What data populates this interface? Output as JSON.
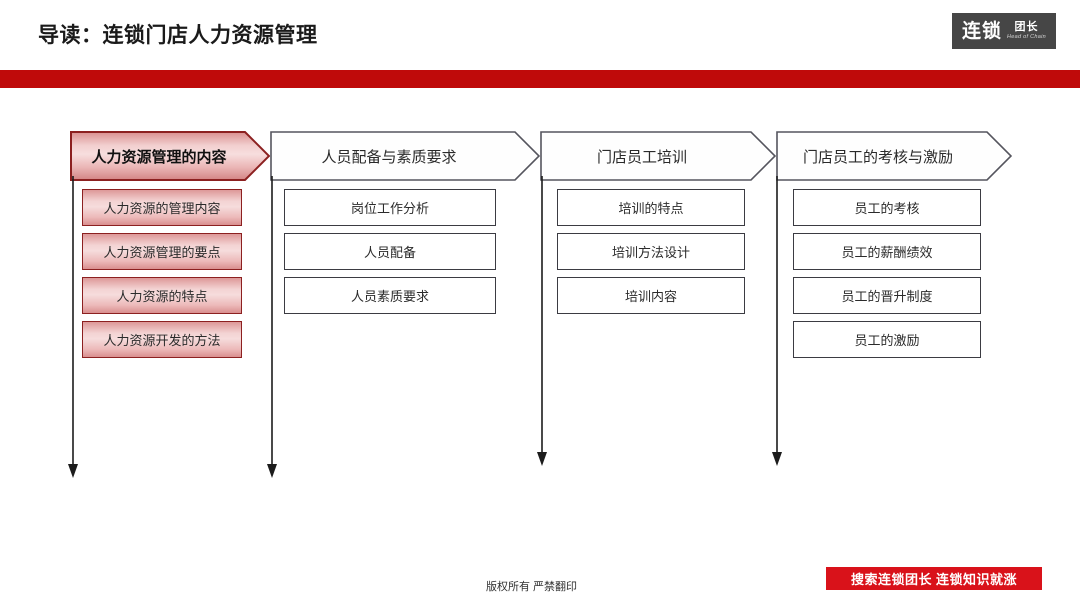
{
  "header": {
    "title": "导读：连锁门店人力资源管理",
    "band_color": "#bf0a0a",
    "logo": {
      "main": "连锁",
      "sub": "团长",
      "english": "Head of Chain",
      "bg_color": "#464646"
    }
  },
  "flow": {
    "columns": [
      {
        "header": "人力资源管理的内容",
        "highlighted": true,
        "accent_color": "#8c2020",
        "items": [
          "人力资源的管理内容",
          "人力资源管理的要点",
          "人力资源的特点",
          "人力资源开发的方法"
        ]
      },
      {
        "header": "人员配备与素质要求",
        "highlighted": false,
        "accent_color": "#3b3b42",
        "items": [
          "岗位工作分析",
          "人员配备",
          "人员素质要求"
        ]
      },
      {
        "header": "门店员工培训",
        "highlighted": false,
        "accent_color": "#3b3b42",
        "items": [
          "培训的特点",
          "培训方法设计",
          "培训内容"
        ]
      },
      {
        "header": "门店员工的考核与激励",
        "highlighted": false,
        "accent_color": "#3b3b42",
        "items": [
          "员工的考核",
          "员工的薪酬绩效",
          "员工的晋升制度",
          "员工的激励"
        ]
      }
    ]
  },
  "footer": {
    "copyright": "版权所有 严禁翻印",
    "promo": "搜索连锁团长  连锁知识就涨",
    "promo_color": "#d9121a"
  }
}
